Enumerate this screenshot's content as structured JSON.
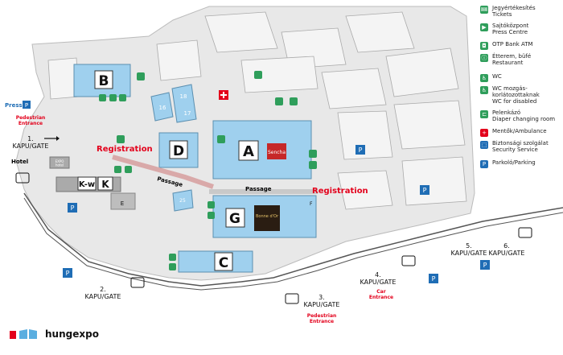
{
  "colors": {
    "hall": "#9fd0ee",
    "hall_stroke": "#5b8fb0",
    "road": "#ffffff",
    "ground": "#e6e6e6",
    "building": "#c9c9c9",
    "accent_red": "#e3001b",
    "icon_green": "#2f9e5b",
    "parking_blue": "#1f6db5"
  },
  "halls": {
    "A": "A",
    "B": "B",
    "C": "C",
    "D": "D",
    "G": "G",
    "K": "K",
    "Kw": "K-w",
    "E": "E",
    "F": "F",
    "h16": "16",
    "h18": "18",
    "h17": "17",
    "h25": "25"
  },
  "labels": {
    "press": "Press",
    "pedestrian_entrance_1": "Pedestrian\nEntrance",
    "gate1": "1.\nKAPU/GATE",
    "registration_left": "Registration",
    "registration_right": "Registration",
    "hotel": "Hotel",
    "expo_hotel": "EXPO\nhotel",
    "passage_1": "Passage",
    "passage_2": "Passage",
    "gate2": "2.\nKAPU/GATE",
    "gate3": "3.\nKAPU/GATE",
    "pedestrian_entrance_3": "Pedestrian\nEntrance",
    "gate4": "4.\nKAPU/GATE",
    "car_entrance": "Car\nEntrance",
    "gate5": "5.\nKAPU/GATE",
    "gate6": "6.\nKAPU/GATE",
    "restaurant_sign": "Sencha",
    "store_sign": "Bonne d'Or"
  },
  "icons": {
    "bus": "bus-icon",
    "parking": "P",
    "ticket": "ticket-icon",
    "press": "press-icon",
    "atm": "atm-icon",
    "restaurant": "restaurant-icon",
    "wc": "wc-icon",
    "wc_disabled": "wheelchair-icon",
    "baby": "baby-changing-icon",
    "firstaid": "first-aid-icon",
    "security": "security-icon"
  },
  "legend": [
    {
      "icon": "ticket-icon",
      "glyph": "🎟",
      "text": "Jegyértékesítés\nTickets"
    },
    {
      "icon": "press-icon",
      "glyph": "▶",
      "text": "Sajtóközpont\nPress Centre"
    },
    {
      "icon": "atm-icon",
      "glyph": "◘",
      "text": "OTP Bank ATM"
    },
    {
      "icon": "restaurant-icon",
      "glyph": "ⓘ",
      "text": "Étterem, büfé\nRestaurant"
    },
    {
      "icon": "wc-icon",
      "glyph": "♿",
      "text": "WC"
    },
    {
      "icon": "wheelchair-icon",
      "glyph": "♿",
      "text": "WC mozgás-\nkorlátozottaknak\nWC for disabled"
    },
    {
      "icon": "baby-changing-icon",
      "glyph": "⊏",
      "text": "Pelenkázó\nDiaper changing room"
    },
    {
      "icon": "first-aid-icon",
      "glyph": "+",
      "text": "Mentők/Ambulance"
    },
    {
      "icon": "security-icon",
      "glyph": "⬚",
      "text": "Biztonsági szolgálat\nSecurity Service"
    },
    {
      "icon": "parking-icon",
      "glyph": "P",
      "text": "Parkoló/Parking"
    }
  ],
  "brand": {
    "name": "hungexpo"
  }
}
